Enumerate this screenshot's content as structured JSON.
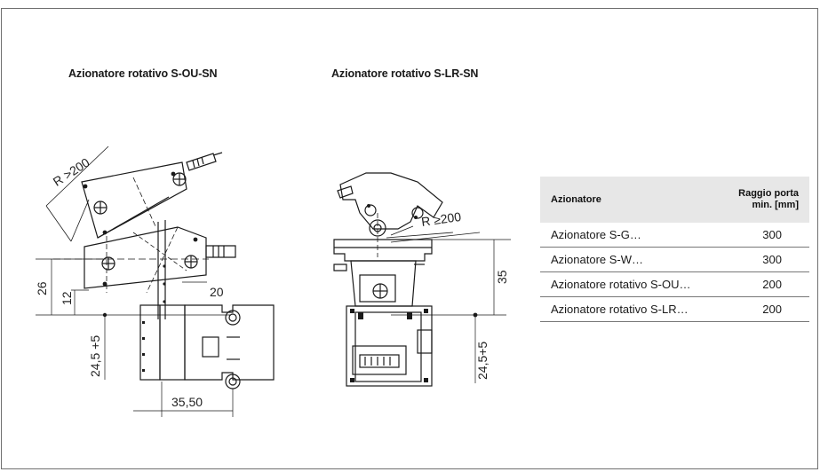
{
  "headings": {
    "left": "Azionatore rotativo S-OU-SN",
    "right": "Azionatore rotativo S-LR-SN"
  },
  "drawing_left": {
    "radius": "R >200",
    "dim_26": "26",
    "dim_12": "12",
    "dim_20": "20",
    "dim_24": "24,5 +5",
    "dim_35": "35,50"
  },
  "drawing_right": {
    "radius": "R ≥200",
    "dim_35": "35",
    "dim_24": "24,5+5"
  },
  "table": {
    "header": {
      "col1": "Azionatore",
      "col2_line1": "Raggio porta",
      "col2_line2": "min. [mm]"
    },
    "rows": [
      {
        "name": "Azionatore S-G…",
        "value": "300"
      },
      {
        "name": "Azionatore S-W…",
        "value": "300"
      },
      {
        "name": "Azionatore rotativo S-OU…",
        "value": "200"
      },
      {
        "name": "Azionatore rotativo S-LR…",
        "value": "200"
      }
    ]
  }
}
